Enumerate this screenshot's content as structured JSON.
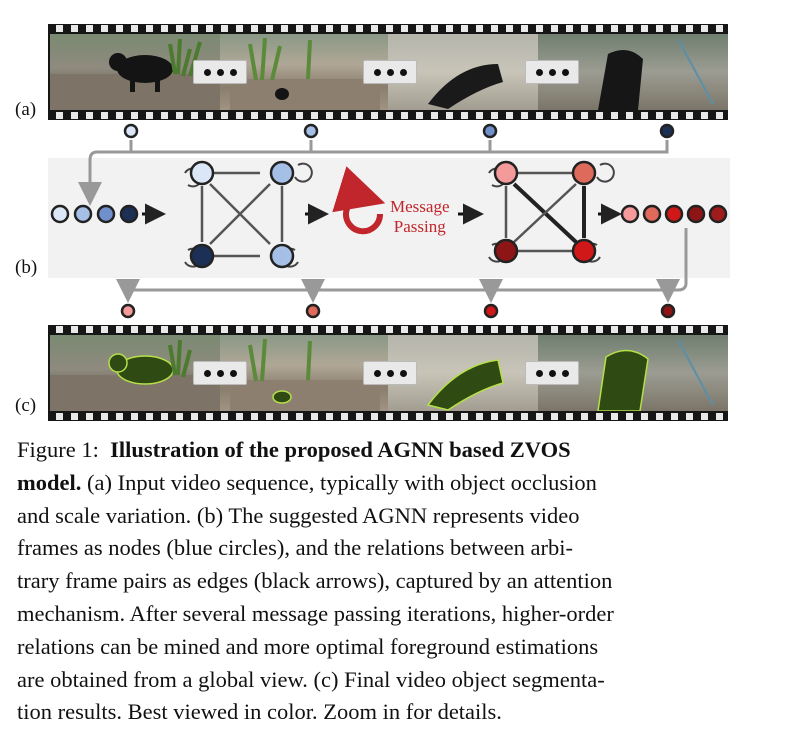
{
  "panel_labels": {
    "a": "(a)",
    "b": "(b)",
    "c": "(c)"
  },
  "message_passing": {
    "line1": "Message",
    "line2": "Passing"
  },
  "colors": {
    "node_blue": [
      "#dbe7f7",
      "#a6bfe6",
      "#7090cc",
      "#1c2f55"
    ],
    "node_red": [
      "#f59a9a",
      "#dd6a5a",
      "#d01818",
      "#8e1515"
    ],
    "message_red": "#c0262b",
    "arrow_gray": "#999999"
  },
  "caption": {
    "prefix": "Figure 1:",
    "bold_line1": "Illustration of the proposed AGNN based ZVOS",
    "bold_line2": "model.",
    "line2_rest": "(a) Input video sequence, typically with object occlusion",
    "line3": "and scale variation.  (b) The suggested AGNN represents video",
    "line4": "frames as nodes (blue circles), and the relations between arbi-",
    "line5": "trary frame pairs as edges (black arrows), captured by an attention",
    "line6": "mechanism. After several message passing iterations, higher-order",
    "line7": "relations can be mined and more optimal foreground estimations",
    "line8": "are obtained from a global view. (c) Final video object segmenta-",
    "line9": "tion results. Best viewed in color. Zoom in for details."
  }
}
